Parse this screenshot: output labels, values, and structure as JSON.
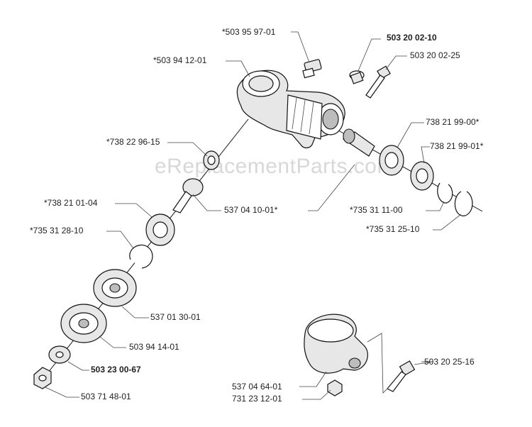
{
  "watermark": "eReplacementParts.com",
  "callouts": [
    {
      "id": "p1",
      "text": "*503 95 97-01",
      "bold": false
    },
    {
      "id": "p2",
      "text": "503 20 02-10",
      "bold": true
    },
    {
      "id": "p3",
      "text": "*503 94 12-01",
      "bold": false
    },
    {
      "id": "p4",
      "text": "503 20 02-25",
      "bold": false
    },
    {
      "id": "p5",
      "text": "738 21 99-00*",
      "bold": false
    },
    {
      "id": "p6",
      "text": "*738 22 96-15",
      "bold": false
    },
    {
      "id": "p7",
      "text": "738 21 99-01*",
      "bold": false
    },
    {
      "id": "p8",
      "text": "*738 21 01-04",
      "bold": false
    },
    {
      "id": "p9",
      "text": "537 04 10-01*",
      "bold": false
    },
    {
      "id": "p10",
      "text": "*735 31 11-00",
      "bold": false
    },
    {
      "id": "p11",
      "text": "*735 31 28-10",
      "bold": false
    },
    {
      "id": "p12",
      "text": "*735 31 25-10",
      "bold": false
    },
    {
      "id": "p13",
      "text": "537 01 30-01",
      "bold": false
    },
    {
      "id": "p14",
      "text": "503 94 14-01",
      "bold": false
    },
    {
      "id": "p15",
      "text": "503 23 00-67",
      "bold": true
    },
    {
      "id": "p16",
      "text": "503 20 25-16",
      "bold": false
    },
    {
      "id": "p17",
      "text": "537 04 64-01",
      "bold": false
    },
    {
      "id": "p18",
      "text": "731 23 12-01",
      "bold": false
    },
    {
      "id": "p19",
      "text": "503 71 48-01",
      "bold": false
    }
  ]
}
